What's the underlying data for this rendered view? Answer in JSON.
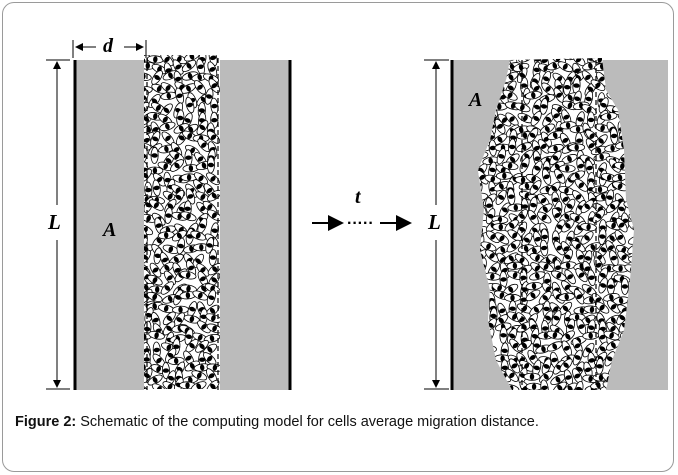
{
  "figure": {
    "labels": {
      "d": "d",
      "L_left": "L",
      "A_left": "A",
      "t": "t",
      "L_right": "L",
      "A_right": "A"
    },
    "arrow_dots": "·····",
    "colors": {
      "region_fill": "#bbbbbb",
      "cell_fill": "#ffffff",
      "nucleus": "#000000",
      "border": "#9a9a9a"
    }
  },
  "caption": {
    "label": "Figure 2:",
    "text": "Schematic of the computing model for cells average migration distance."
  }
}
